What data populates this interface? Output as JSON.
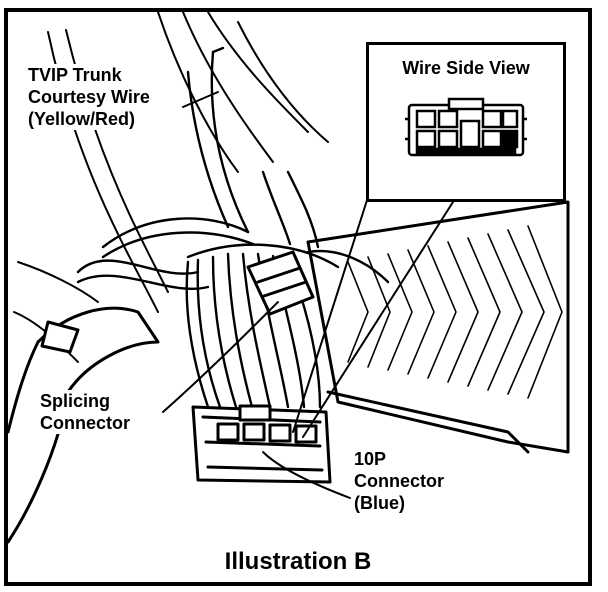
{
  "labels": {
    "tvip_line1": "TVIP Trunk",
    "tvip_line2": "Courtesy Wire",
    "tvip_line3": "(Yellow/Red)",
    "splice_line1": "Splicing",
    "splice_line2": "Connector",
    "ten_p_line1": "10P",
    "ten_p_line2": "Connector",
    "ten_p_line3": "(Blue)"
  },
  "inset": {
    "title": "Wire Side View"
  },
  "caption": "Illustration B"
}
